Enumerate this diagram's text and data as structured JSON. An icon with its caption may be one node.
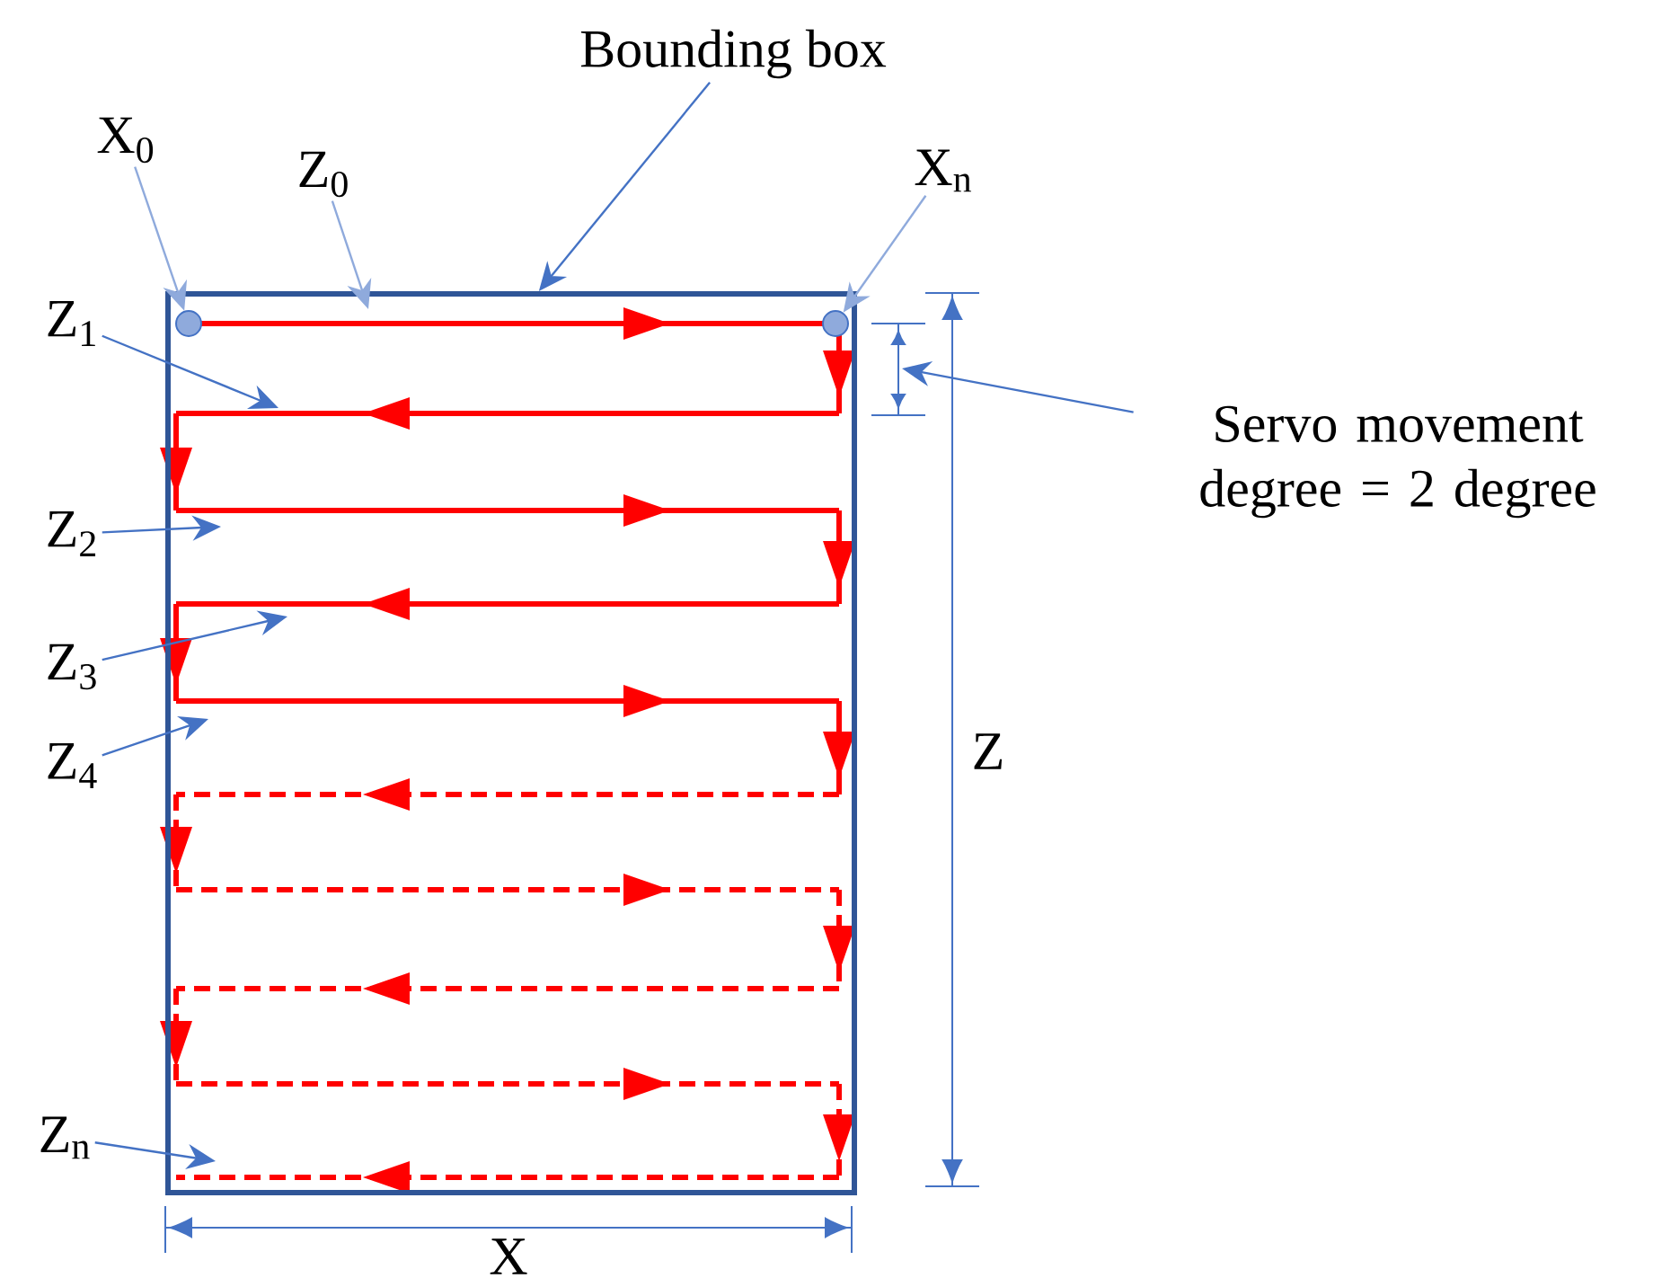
{
  "diagram": {
    "nodes": [
      {
        "text": [
          "Bounding box"
        ]
      },
      {
        "text": [
          "X$_{0}$"
        ]
      },
      {
        "text": [
          "Z$_{0}$"
        ]
      },
      {
        "text": [
          "X$_{n}$"
        ]
      },
      {
        "text": [
          "Z$_{1}$"
        ]
      },
      {
        "text": [
          "Z$_{2}$"
        ]
      },
      {
        "text": [
          "Z$_{3}$"
        ]
      },
      {
        "text": [
          "Z$_{4}$"
        ]
      },
      {
        "text": [
          "Z$_{n}$"
        ]
      },
      {
        "text": [
          "Servo movement degree = 2 degree"
        ]
      },
      {
        "text": [],
        "shape": "box"
      },
      {
        "text": [],
        "shape": "circle",
        "in": 10
      },
      {
        "text": [],
        "shape": "circle",
        "in": 10
      }
    ],
    "edges": [
      {
        "from": 0,
        "to": 10,
        "arrow": "to"
      },
      {
        "from": 1,
        "to": 11,
        "arrow": "to",
        "color": "#8faadc"
      },
      {
        "from": 2,
        "to": 10,
        "arrow": "to",
        "color": "#8faadc"
      },
      {
        "from": 3,
        "to": 12,
        "arrow": "to",
        "color": "#8faadc"
      },
      {
        "from": 4,
        "to": 10,
        "arrow": "to"
      },
      {
        "from": 5,
        "to": 10,
        "arrow": "to"
      },
      {
        "from": 6,
        "to": 10,
        "arrow": "to"
      },
      {
        "from": 7,
        "to": 10,
        "arrow": "to"
      },
      {
        "from": 8,
        "to": 10,
        "arrow": "to"
      },
      {
        "from": 9,
        "to": null,
        "arrow": "to"
      }
    ],
    "labels": [
      "Z",
      "X"
    ]
  }
}
